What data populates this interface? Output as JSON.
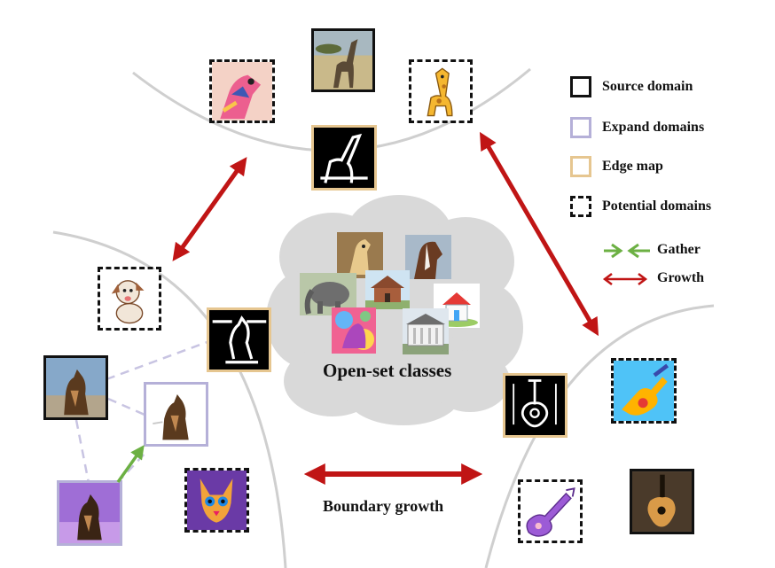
{
  "center": {
    "title": "Open-set classes"
  },
  "boundary": {
    "label": "Boundary growth"
  },
  "legend": {
    "source": "Source domain",
    "expand": "Expand domains",
    "edge": "Edge map",
    "potential": "Potential domains",
    "gather": "Gather",
    "growth": "Growth"
  },
  "colors": {
    "source_border": "#111111",
    "expand_border": "#b5b0d8",
    "edge_border": "#e6c690",
    "potential_border": "#111111",
    "gather_arrow": "#6cb043",
    "growth_arrow": "#c01515",
    "boundary_curve": "#cfcfcf",
    "cloud": "#d9d9d9"
  },
  "icons": {
    "giraffe_photo": "giraffe-photo-icon",
    "giraffe_art": "giraffe-painting-icon",
    "giraffe_cartoon": "giraffe-cartoon-icon",
    "giraffe_edge": "giraffe-edge-icon",
    "dog_photo": "dog-photo-icon",
    "dog_cartoon": "dog-cartoon-icon",
    "dog_edge": "dog-edge-icon",
    "guitar_photo": "guitar-photo-icon",
    "guitar_edge": "guitar-edge-icon"
  }
}
